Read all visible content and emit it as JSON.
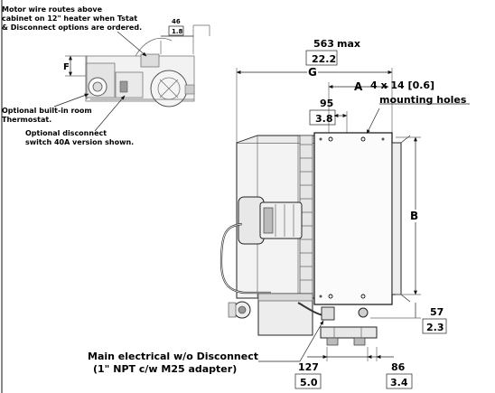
{
  "notes": {
    "motor_wire": [
      "Motor wire routes above",
      "cabinet on 12\" heater when Tstat",
      "& Disconnect options are ordered."
    ],
    "thermostat": [
      "Optional built-in room",
      "Thermostat."
    ],
    "disconnect": [
      "Optional disconnect",
      "switch 40A version shown."
    ],
    "main_electrical": [
      "Main electrical w/o Disconnect",
      "(1\" NPT c/w  M25 adapter)"
    ],
    "mounting_holes": [
      "4 x 14 [0.6]",
      "mounting holes"
    ]
  },
  "dimensions": {
    "inset_46": "46",
    "inset_1_8": "1.8",
    "F": "F",
    "width_563": "563",
    "max": "max",
    "width_22_2": "22.2",
    "G": "G",
    "A": "A",
    "d95": "95",
    "d3_8": "3.8",
    "B": "B",
    "d57": "57",
    "d2_3": "2.3",
    "d127": "127",
    "d5_0": "5.0",
    "d86": "86",
    "d3_4": "3.4"
  }
}
